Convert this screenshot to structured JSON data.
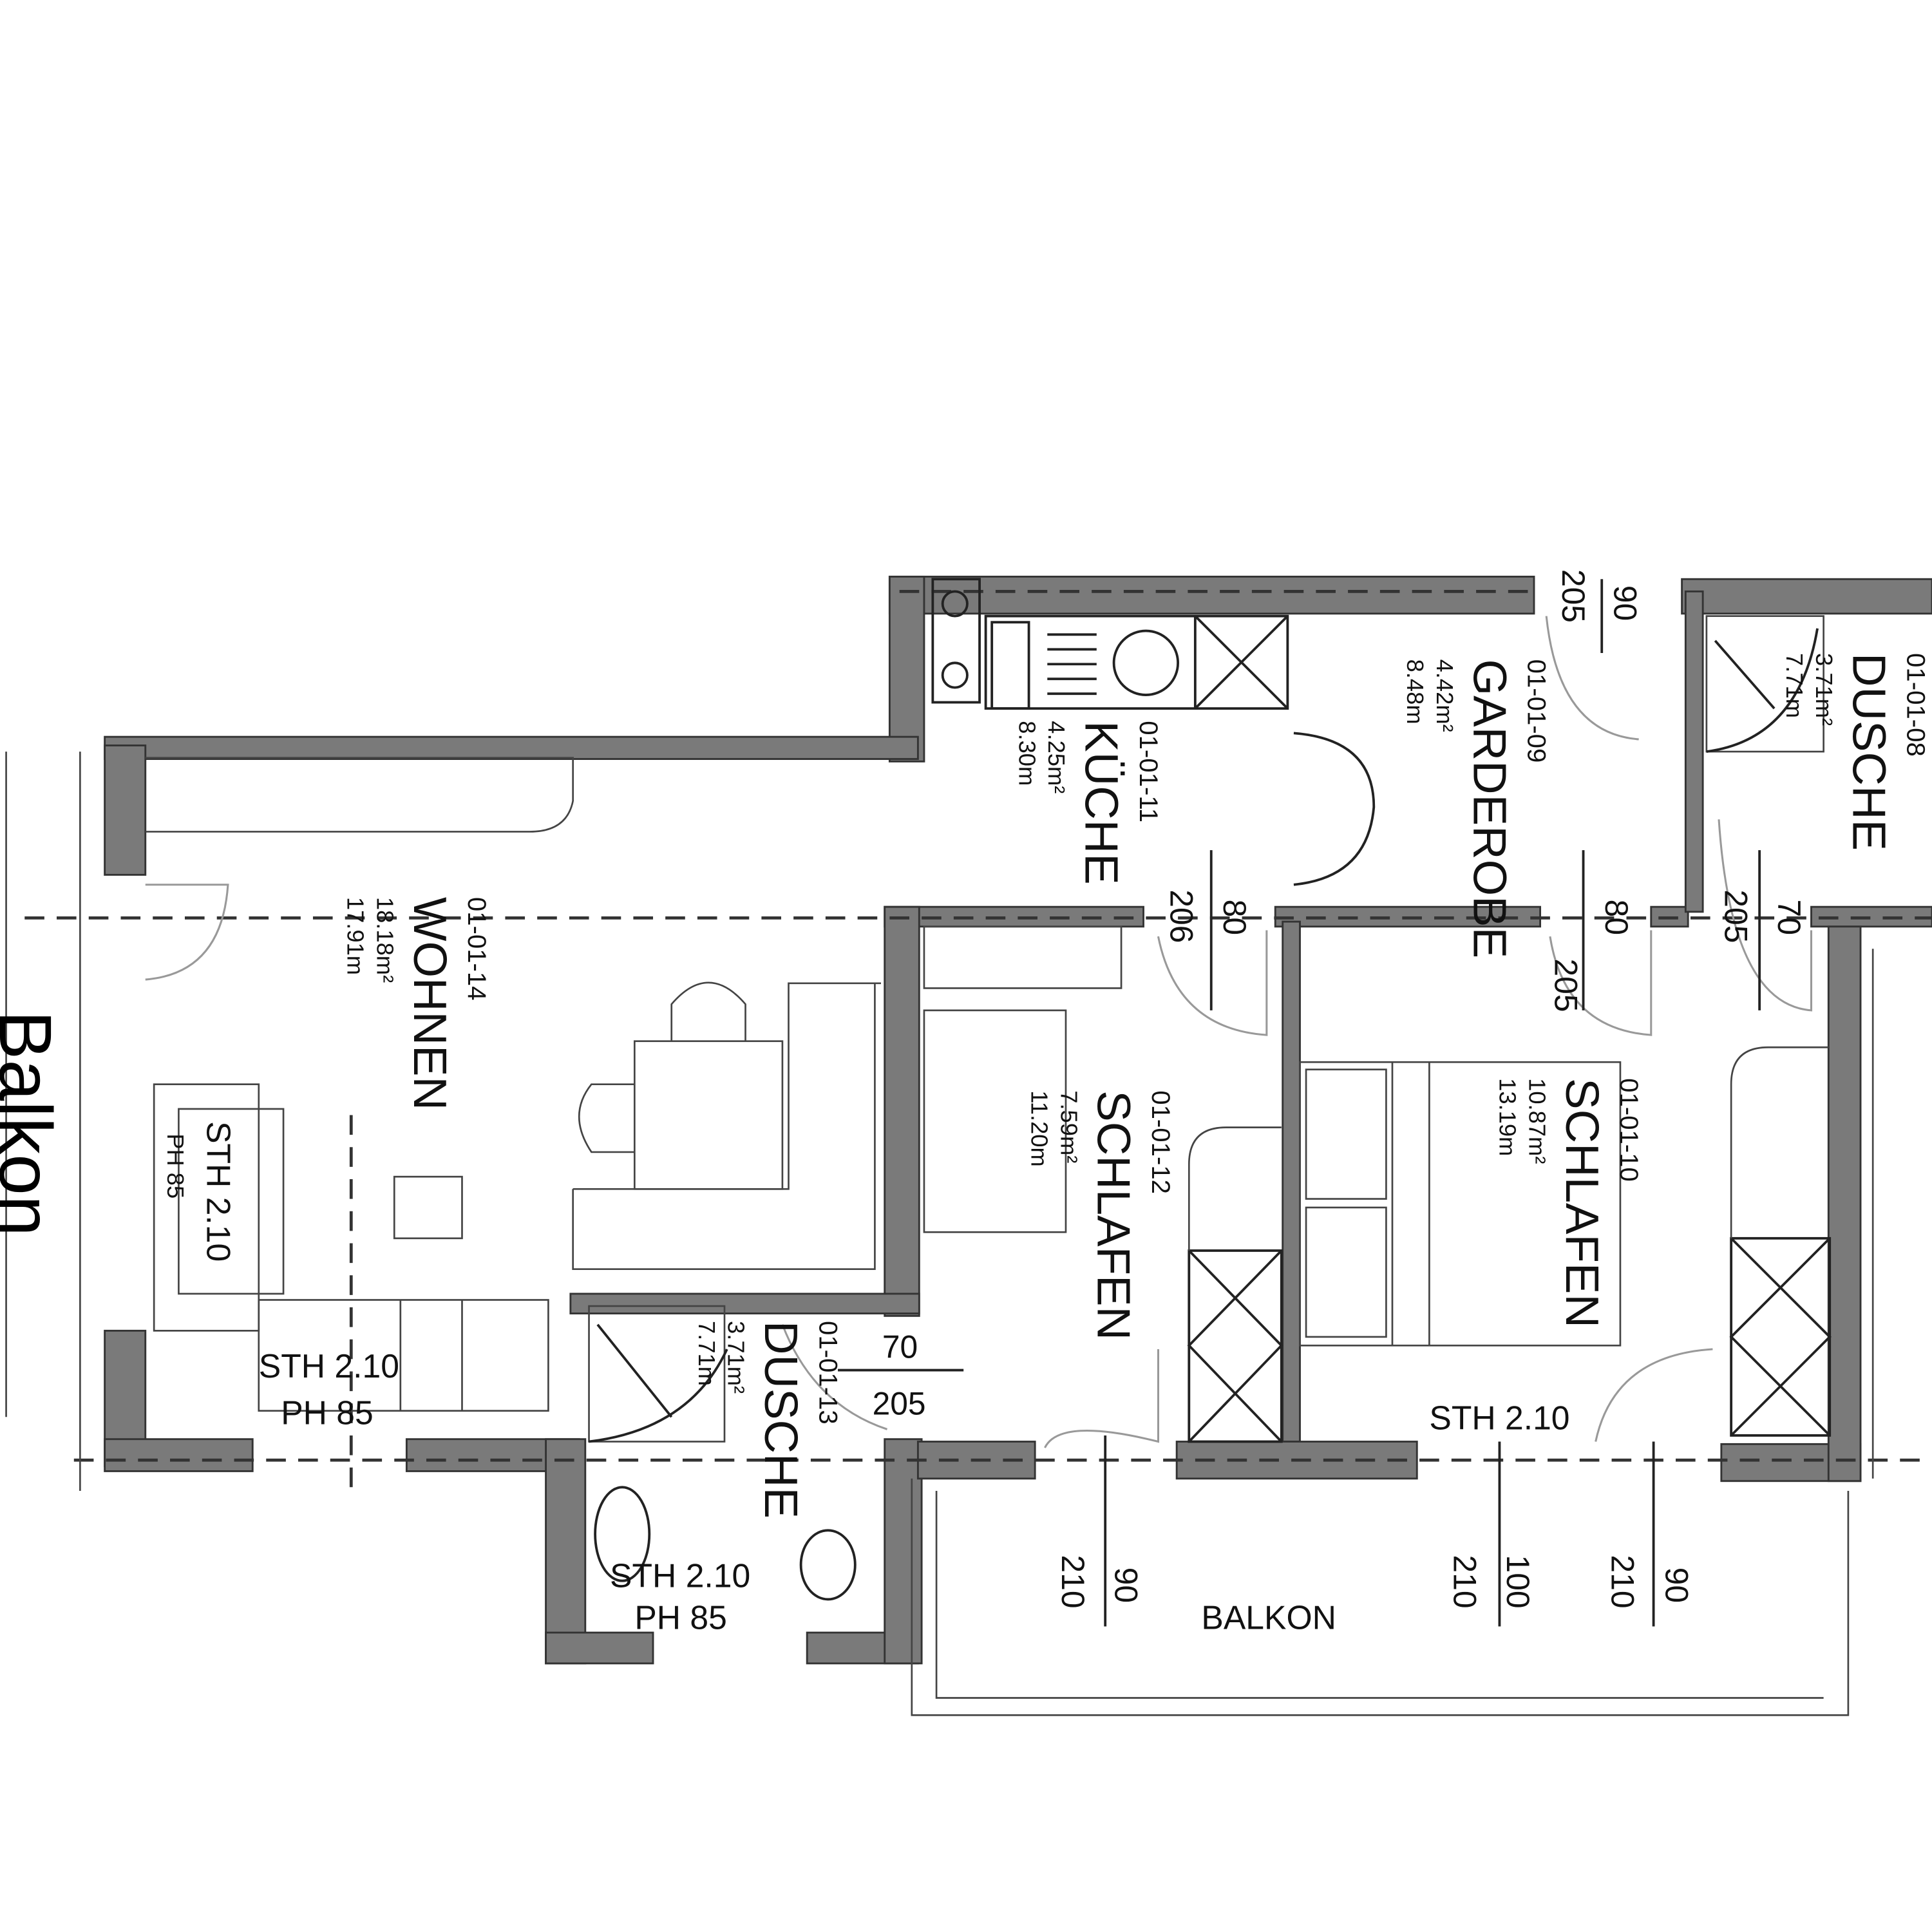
{
  "overlay_label": "Balkon",
  "rooms": [
    {
      "id": "01-01-14",
      "name": "WOHNEN",
      "area": "18.18m²",
      "perimeter": "17.91m"
    },
    {
      "id": "01-01-11",
      "name": "KÜCHE",
      "area": "4.25m²",
      "perimeter": "8.30m"
    },
    {
      "id": "01-01-09",
      "name": "GARDEROBE",
      "area": "4.42m²",
      "perimeter": "8.48m"
    },
    {
      "id": "01-01-08",
      "name": "DUSCHE",
      "area": "3.71m²",
      "perimeter": "7.71m"
    },
    {
      "id": "01-01-12",
      "name": "SCHLAFEN",
      "area": "7.59m²",
      "perimeter": "11.20m"
    },
    {
      "id": "01-01-10",
      "name": "SCHLAFEN",
      "area": "10.87m²",
      "perimeter": "13.19m"
    },
    {
      "id": "01-01-13",
      "name": "DUSCHE",
      "area": "3.71m²",
      "perimeter": "7.71m"
    }
  ],
  "balcony_label": "BALKON",
  "doors": [
    {
      "height": "205",
      "width": "90"
    },
    {
      "height": "206",
      "width": "80"
    },
    {
      "height": "205",
      "width": "80"
    },
    {
      "height": "205",
      "width": "70"
    },
    {
      "height": "205",
      "width": "70"
    },
    {
      "height": "210",
      "width": "90"
    },
    {
      "height": "210",
      "width": "100"
    },
    {
      "height": "210",
      "width": "90"
    }
  ],
  "windows": [
    {
      "sill_label": "STH 2.10",
      "parapet_label": "PH 85"
    },
    {
      "sill_label": "STH 2.10",
      "parapet_label": "PH 85"
    },
    {
      "sill_label": "STH 2.10",
      "parapet_label": "PH 85"
    },
    {
      "sill_label": "STH 2.10"
    }
  ]
}
